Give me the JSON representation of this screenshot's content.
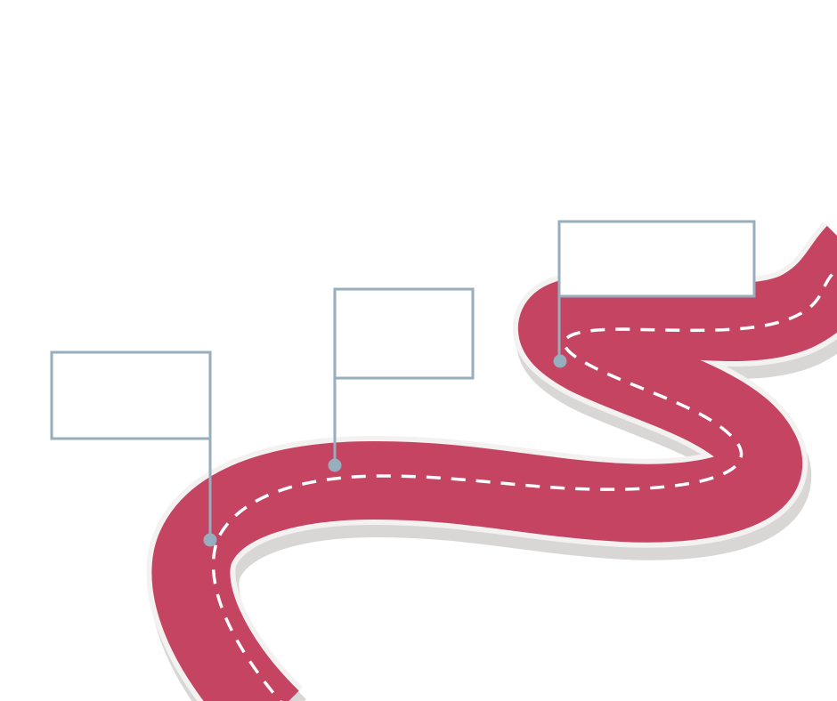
{
  "colors": {
    "background": "#ffffff",
    "road": "#c44462",
    "road_edge": "#f4f1f1",
    "road_shadow": "#d9d6d6",
    "lane_marking": "#ffffff",
    "flag": "#96aebe",
    "flag_fill": "#ffffff"
  },
  "flags": [
    {
      "id": "flag-1",
      "label": ""
    },
    {
      "id": "flag-2",
      "label": ""
    },
    {
      "id": "flag-3",
      "label": ""
    }
  ]
}
